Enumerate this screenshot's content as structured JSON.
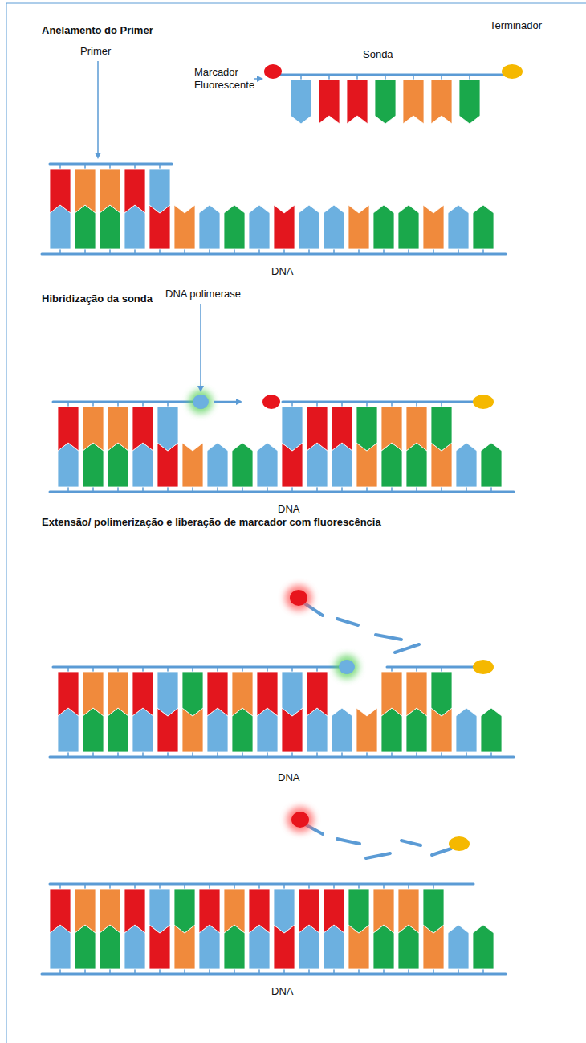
{
  "diagram": {
    "labels": [
      "Anelamento do Primer",
      "Primer",
      "Marcador Fluorescente",
      "Sonda",
      "Terminador",
      "DNA",
      "Hibridização da sonda",
      "DNA polimerase",
      "DNA",
      "Extensão/ polimerização e liberação de marcador com fluorescência",
      "DNA",
      "DNA"
    ]
  }
}
